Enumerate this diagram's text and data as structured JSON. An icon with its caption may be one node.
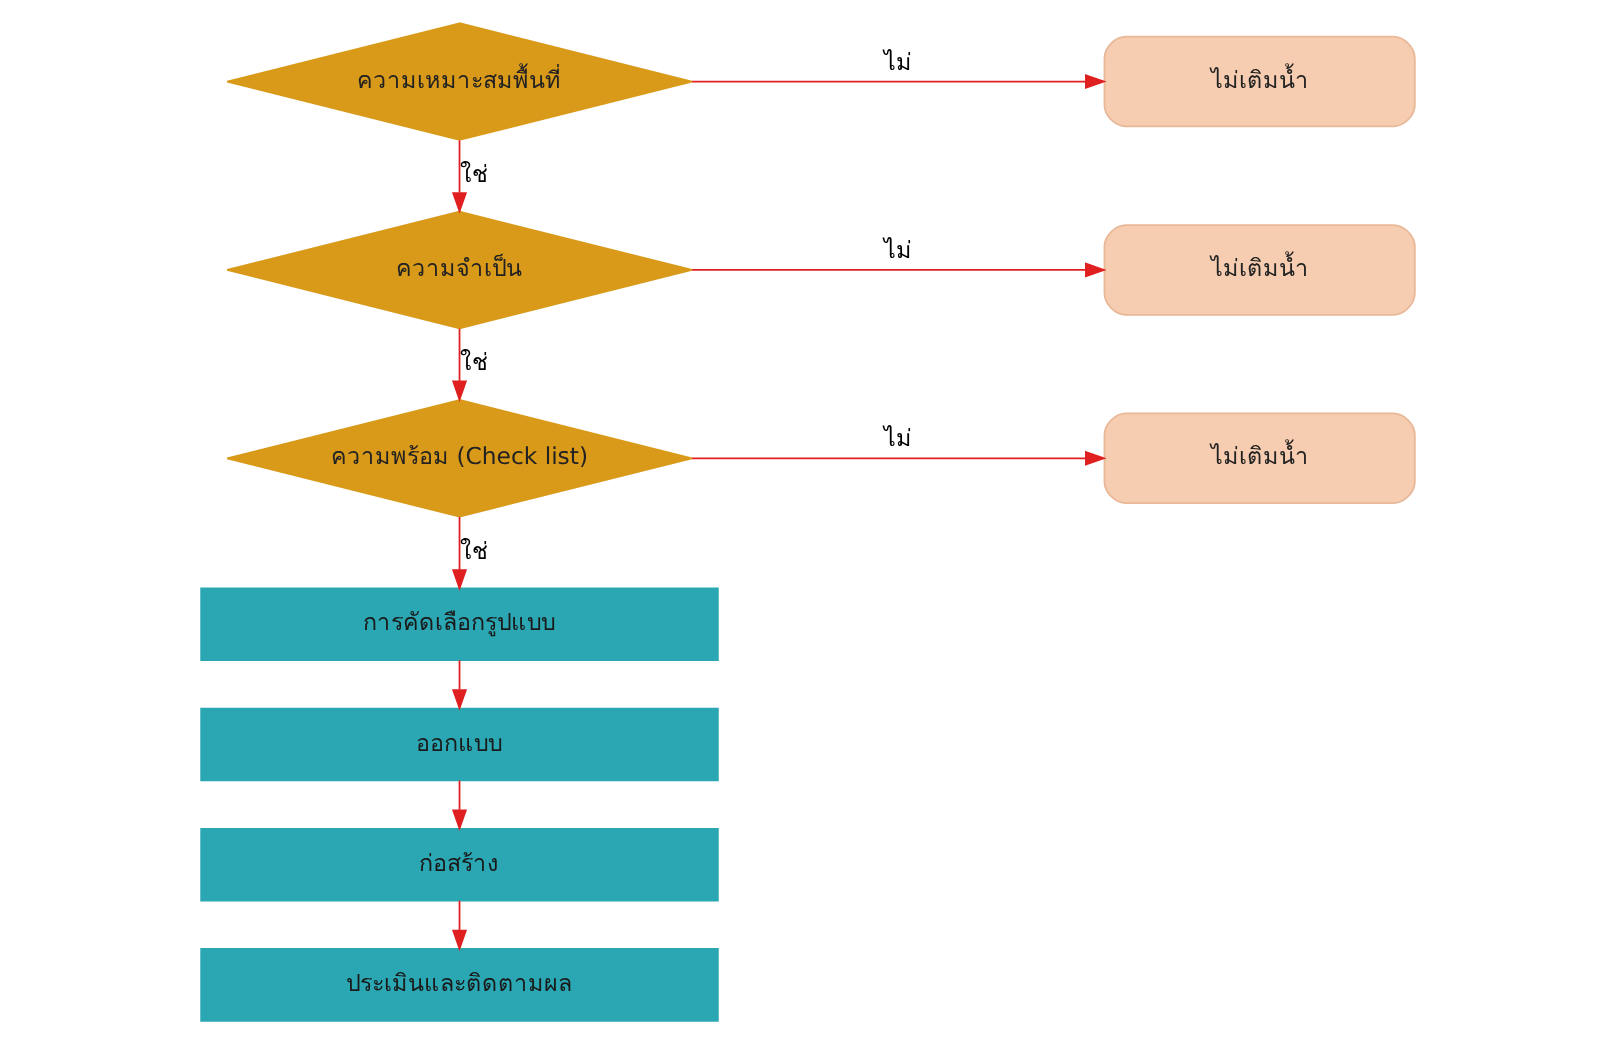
{
  "diagram": {
    "nodes": [
      {
        "text": [
          "ความเหมาะสมพื้นที่"
        ]
      },
      {
        "text": [
          "ไม่เติมน้ำ"
        ]
      },
      {
        "text": [
          "ความจำเป็น"
        ]
      },
      {
        "text": [
          "ไม่เติมน้ำ"
        ]
      },
      {
        "text": [
          "ความพร้อม (Check list)"
        ]
      },
      {
        "text": [
          "ไม่เติมน้ำ"
        ]
      },
      {
        "text": [
          "การคัดเลือกรูปแบบ"
        ]
      },
      {
        "text": [
          "ออกแบบ"
        ]
      },
      {
        "text": [
          "ก่อสร้าง"
        ]
      },
      {
        "text": [
          "ประเมินและติดตามผล"
        ]
      }
    ],
    "edges": [
      {
        "from": 0,
        "to": 1,
        "arrow": "to",
        "label": "ไม่"
      },
      {
        "from": 0,
        "to": 2,
        "arrow": "to",
        "label": "ใช่"
      },
      {
        "from": 2,
        "to": 3,
        "arrow": "to",
        "label": "ไม่"
      },
      {
        "from": 2,
        "to": 4,
        "arrow": "to",
        "label": "ใช่"
      },
      {
        "from": 4,
        "to": 5,
        "arrow": "to",
        "label": "ไม่"
      },
      {
        "from": 4,
        "to": 6,
        "arrow": "to",
        "label": "ใช่"
      },
      {
        "from": 6,
        "to": 7,
        "arrow": "to"
      },
      {
        "from": 7,
        "to": 8,
        "arrow": "to"
      },
      {
        "from": 8,
        "to": 9,
        "arrow": "to"
      }
    ]
  }
}
